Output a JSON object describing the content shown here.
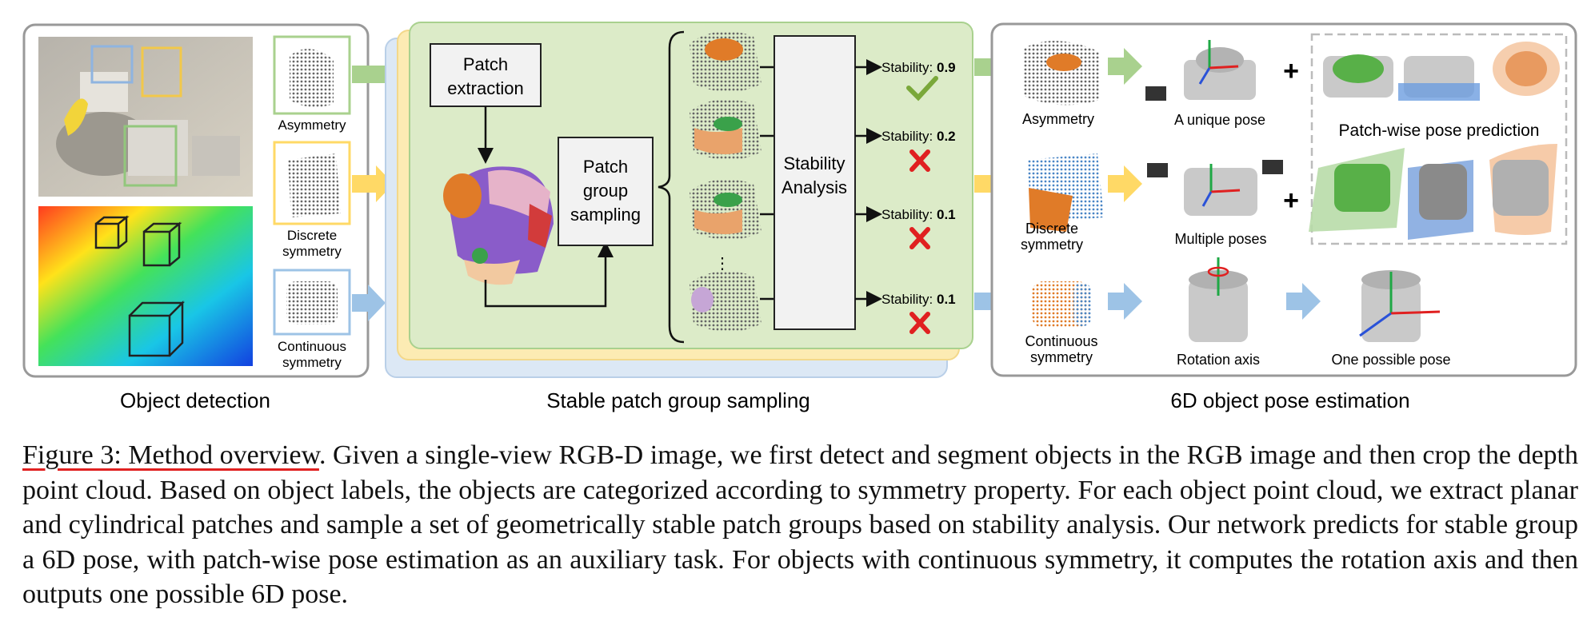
{
  "detection": {
    "title": "Object detection",
    "labels": {
      "asym": "Asymmetry",
      "disc1": "Discrete",
      "disc2": "symmetry",
      "cont1": "Continuous",
      "cont2": "symmetry"
    }
  },
  "sampling": {
    "title": "Stable patch group sampling",
    "patch_extraction_1": "Patch",
    "patch_extraction_2": "extraction",
    "group_1": "Patch",
    "group_2": "group",
    "group_3": "sampling",
    "analysis_1": "Stability",
    "analysis_2": "Analysis",
    "stability_label": "Stability:",
    "stabilities": [
      "0.9",
      "0.2",
      "0.1",
      "0.1"
    ]
  },
  "pose": {
    "title": "6D object pose estimation",
    "asym": "Asymmetry",
    "unique": "A unique pose",
    "disc1": "Discrete",
    "disc2": "symmetry",
    "multiple": "Multiple poses",
    "cont1": "Continuous",
    "cont2": "symmetry",
    "rotation_axis": "Rotation axis",
    "one_pose": "One possible pose",
    "patchwise": "Patch-wise pose prediction",
    "plus": "+"
  },
  "caption": {
    "label": "Figure 3: Method overview",
    "text": ". Given a single-view RGB-D image, we first detect and segment objects in the RGB image and then crop the depth point cloud. Based on object labels, the objects are categorized according to symmetry property. For each object point cloud, we extract planar and cylindrical patches and sample a set of geometrically stable patch groups based on stability analysis. Our network predicts for stable group a 6D pose, with patch-wise pose estimation as an auxiliary task. For objects with continuous symmetry, it computes the rotation axis and then outputs one possible 6D pose."
  },
  "colors": {
    "green_panel": "#dcebc8",
    "green_border": "#a9d18e",
    "yellow_panel": "#fcebb3",
    "blue_panel": "#dce8f5",
    "asym_arrow": "#a9d18e",
    "disc_arrow": "#ffd966",
    "cont_arrow": "#9dc3e6",
    "check": "#7aa83a",
    "cross": "#e02020"
  }
}
